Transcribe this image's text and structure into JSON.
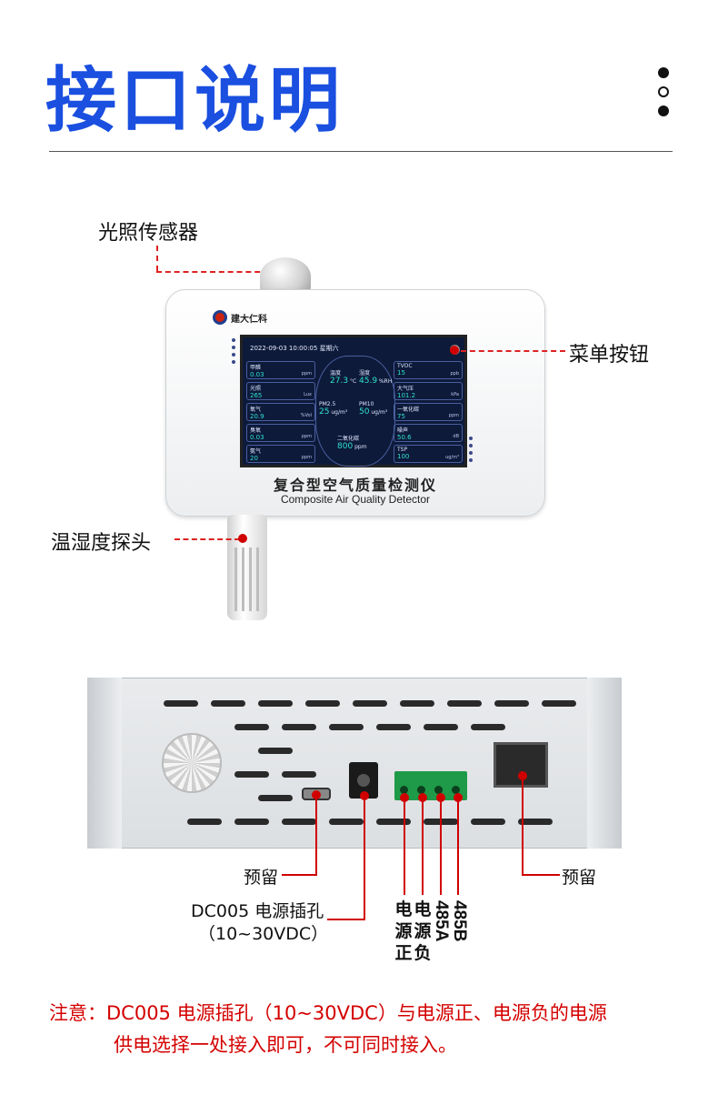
{
  "header": {
    "title": "接口说明"
  },
  "front": {
    "callouts": {
      "light_sensor": "光照传感器",
      "menu_button": "菜单按钮",
      "temp_humidity_probe": "温湿度探头"
    },
    "brand": "建大仁科",
    "product_name_cn": "复合型空气质量检测仪",
    "product_name_en": "Composite Air Quality Detector",
    "screen": {
      "datetime": "2022-09-03  10:00:05  星期六",
      "cells": [
        {
          "label": "甲醛",
          "value": "0.03",
          "unit": "ppm"
        },
        {
          "label": "光照",
          "value": "265",
          "unit": "Lux"
        },
        {
          "label": "氧气",
          "value": "20.9",
          "unit": "%Vol"
        },
        {
          "label": "臭氧",
          "value": "0.03",
          "unit": "ppm"
        },
        {
          "label": "氨气",
          "value": "20",
          "unit": "ppm"
        },
        {
          "label": "TVOC",
          "value": "15",
          "unit": "ppb"
        },
        {
          "label": "大气压",
          "value": "101.2",
          "unit": "kPa"
        },
        {
          "label": "一氧化碳",
          "value": "75",
          "unit": "ppm"
        },
        {
          "label": "噪声",
          "value": "50.6",
          "unit": "dB"
        },
        {
          "label": "TSP",
          "value": "100",
          "unit": "ug/m³"
        }
      ],
      "center": {
        "temp_label": "温度",
        "temp_value": "27.3",
        "temp_unit": "°C",
        "hum_label": "湿度",
        "hum_value": "45.9",
        "hum_unit": "%RH",
        "pm25_label": "PM2.5",
        "pm25_value": "25",
        "pm25_unit": "ug/m³",
        "pm10_label": "PM10",
        "pm10_value": "50",
        "pm10_unit": "ug/m³",
        "co2_label": "二氧化碳",
        "co2_value": "800",
        "co2_unit": "ppm"
      }
    }
  },
  "back": {
    "labels": {
      "reserved_left": "预留",
      "dc_jack": "DC005 电源插孔",
      "dc_range": "（10~30VDC）",
      "power_pos": "电源正",
      "power_neg": "电源负",
      "rs485a": "485A",
      "rs485b": "485B",
      "reserved_right": "预留"
    }
  },
  "note": {
    "line1": "注意：DC005 电源插孔（10~30VDC）与电源正、电源负的电源",
    "line2": "供电选择一处接入即可，不可同时接入。"
  },
  "colors": {
    "title_blue": "#1a4fe0",
    "callout_red": "#d10000"
  }
}
